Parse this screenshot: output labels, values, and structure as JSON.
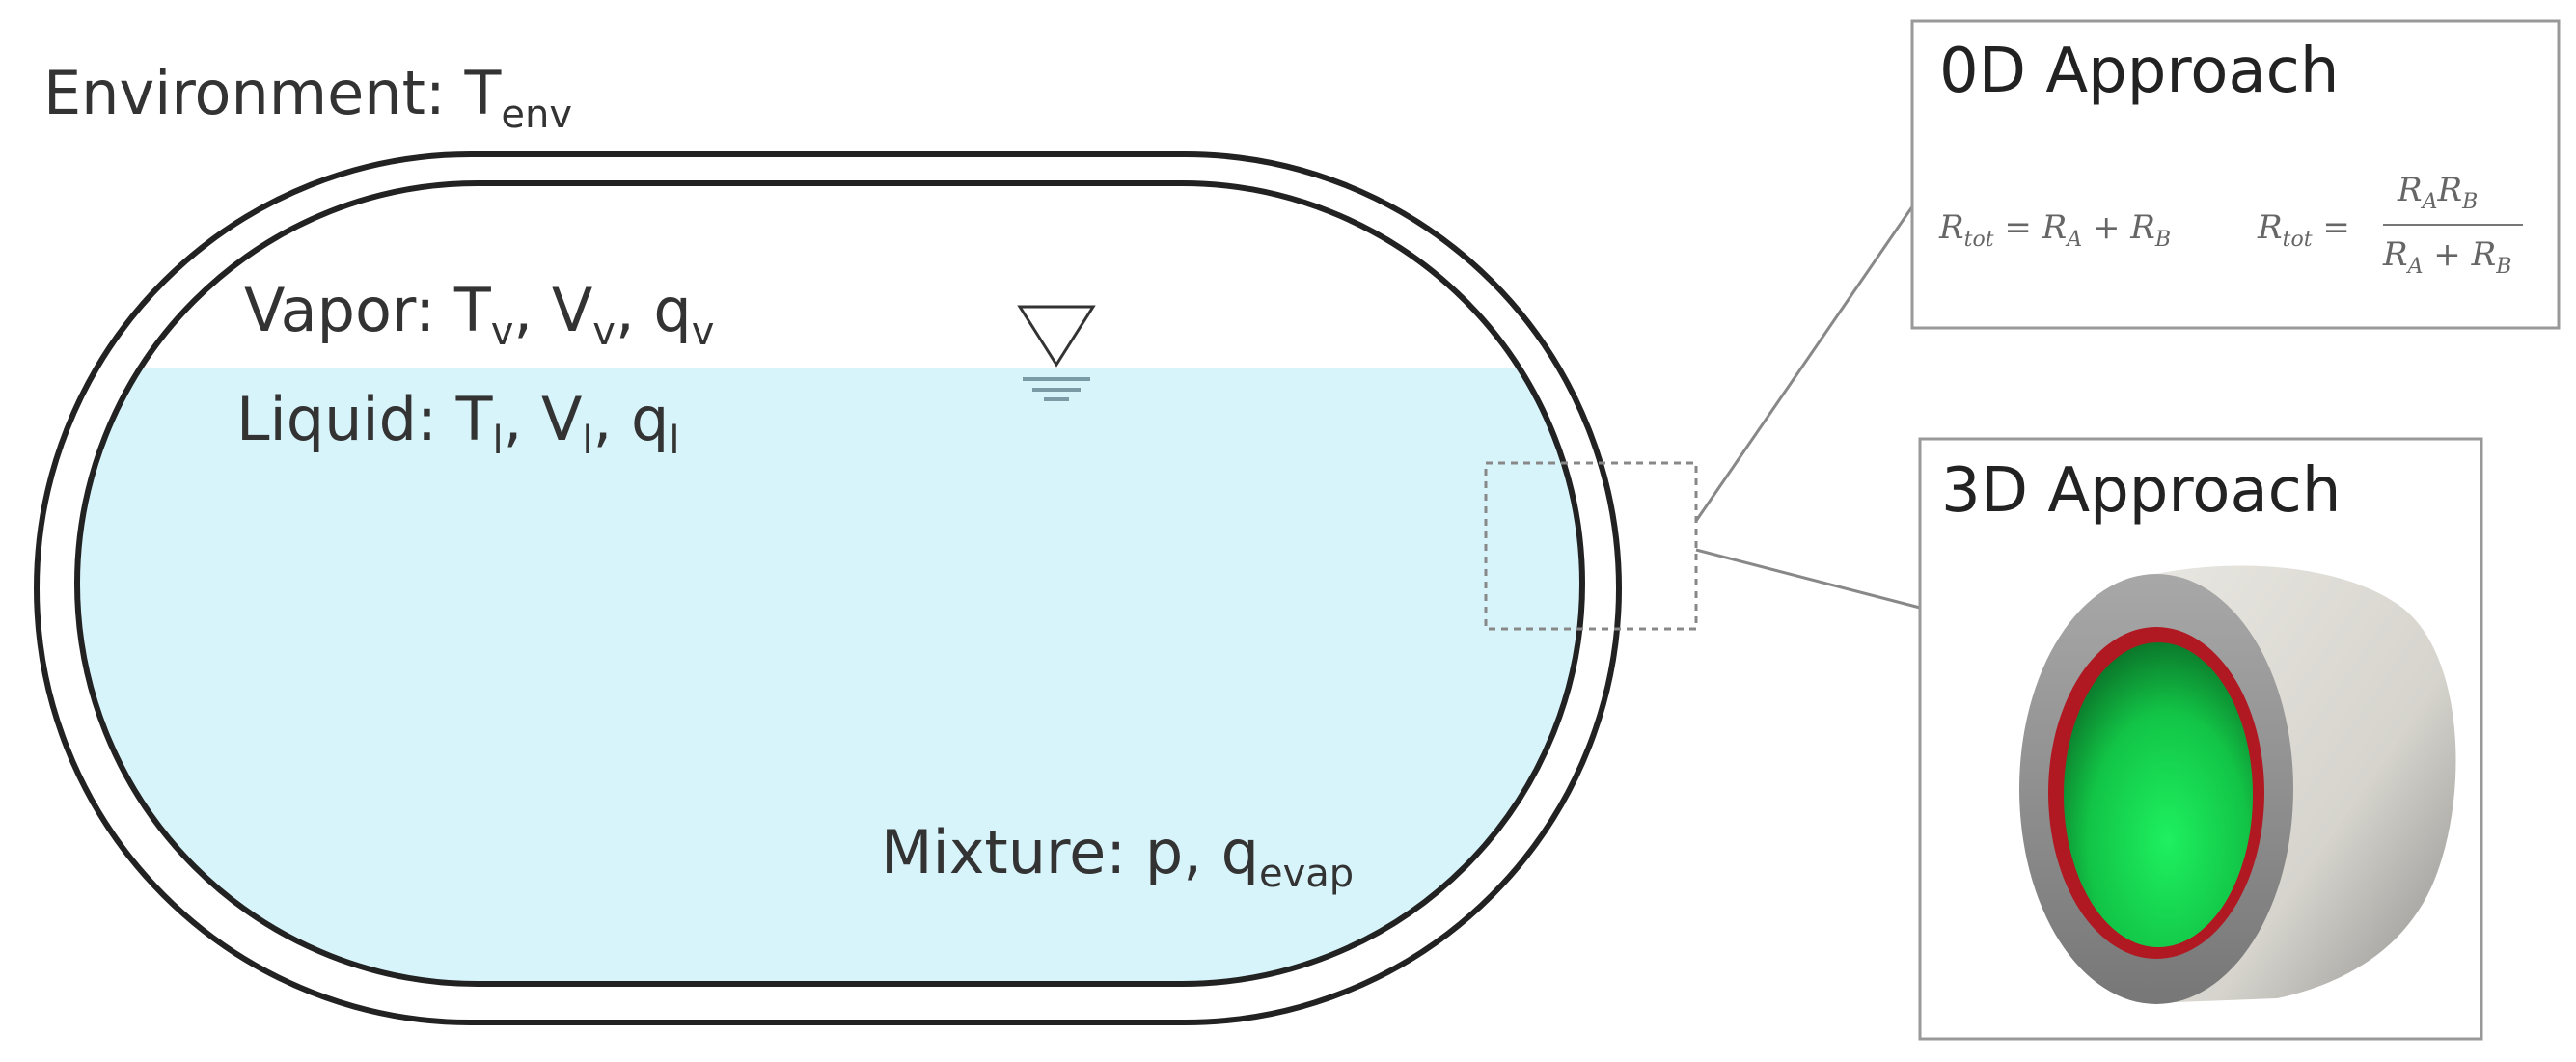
{
  "environment": {
    "label": "Environment: T",
    "sub": "env"
  },
  "vapor": {
    "prefix": "Vapor: T",
    "t_sub": "v",
    "sep1": ", V",
    "v_sub": "v",
    "sep2": ", q",
    "q_sub": "v"
  },
  "liquid": {
    "prefix": "Liquid: T",
    "t_sub": "l",
    "sep1": ", V",
    "v_sub": "l",
    "sep2": ", q",
    "q_sub": "l"
  },
  "mixture": {
    "prefix": "Mixture: p, q",
    "q_sub": "evap"
  },
  "approach_0d": {
    "title": "0D Approach",
    "eq1": {
      "lhs": "R",
      "lhs_sub": "tot",
      "eq": " = R",
      "a_sub": "A",
      "plus": " + R",
      "b_sub": "B"
    },
    "eq2": {
      "lhs": "R",
      "lhs_sub": "tot",
      "eq": " =",
      "num": "R",
      "num_a_sub": "A",
      "num_mid": "R",
      "num_b_sub": "B",
      "den": "R",
      "den_a_sub": "A",
      "den_plus": " + R",
      "den_b_sub": "B"
    }
  },
  "approach_3d": {
    "title": "3D Approach"
  },
  "colors": {
    "liquid_fill": "#d8f4fb",
    "tank_wall": "#222222",
    "pipe_outer": "#d7d5cf",
    "pipe_rim": "#8f8f8f",
    "pipe_red": "#b01822",
    "pipe_green": "#16d44a"
  }
}
